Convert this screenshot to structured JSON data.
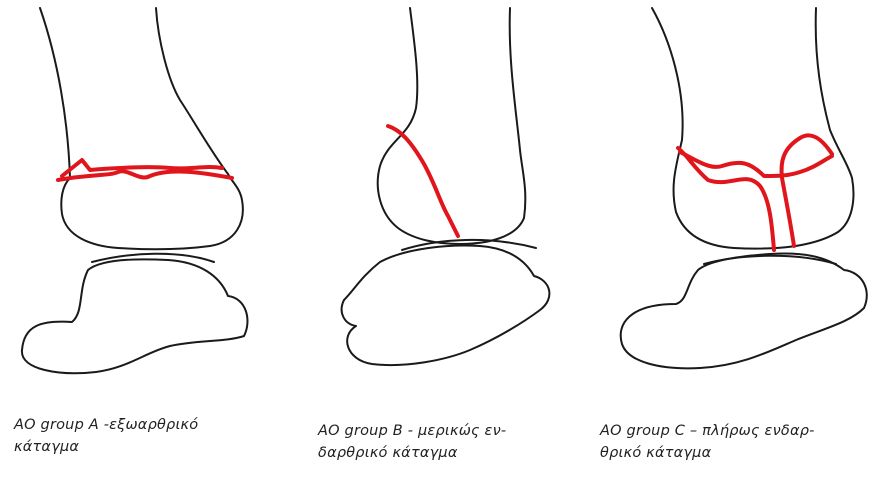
{
  "panels": [
    {
      "id": "group-a",
      "caption_line1": "AO group  A  -εξωαρθρικό",
      "caption_line2": "κάταγμα"
    },
    {
      "id": "group-b",
      "caption_line1": "AO group B  - μερικώς εν-",
      "caption_line2": "δαρθρικό κάταγμα"
    },
    {
      "id": "group-c",
      "caption_line1": "AO group C  – πλήρως ενδαρ-",
      "caption_line2": "θρικό κάταγμα"
    }
  ],
  "colors": {
    "bone_outline": "#1a1a1a",
    "fracture_line": "#e0161c"
  }
}
